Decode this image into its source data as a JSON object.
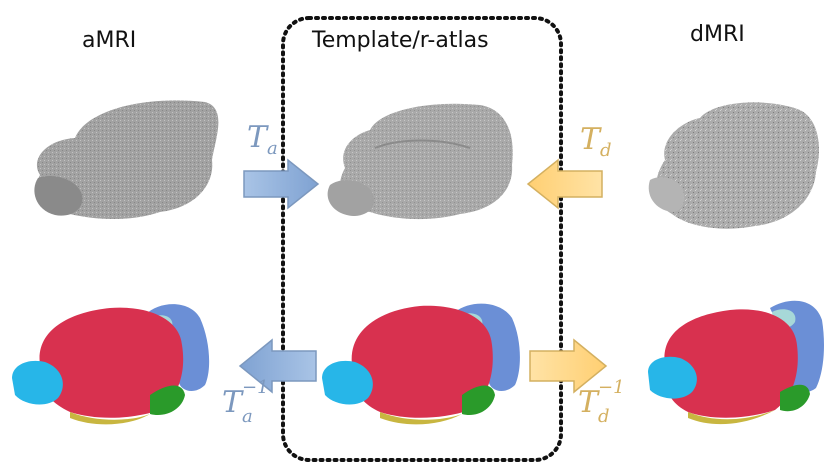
{
  "columns": {
    "left_title": "aMRI",
    "center_title": "Template/r-atlas",
    "right_title": "dMRI"
  },
  "transforms": {
    "forward_a": {
      "symbol": "T",
      "subscript": "a"
    },
    "forward_d": {
      "symbol": "T",
      "subscript": "d"
    },
    "inverse_a": {
      "symbol": "T",
      "subscript": "a",
      "superscript": "−1"
    },
    "inverse_d": {
      "symbol": "T",
      "subscript": "d",
      "superscript": "−1"
    }
  },
  "colors": {
    "blue_arrow": "#8FB0D8",
    "blue_text": "#7C98BE",
    "yellow_arrow": "#FFD98A",
    "yellow_text": "#D4B060",
    "atlas_red": "#D8314F",
    "atlas_blue": "#6B8FD6",
    "atlas_cyan": "#27B6E8",
    "atlas_green": "#2A9A2A",
    "brain_gray": "#9C9C9C"
  },
  "icons": [
    "blue-right-arrow",
    "yellow-left-arrow",
    "blue-left-arrow",
    "yellow-right-arrow"
  ]
}
